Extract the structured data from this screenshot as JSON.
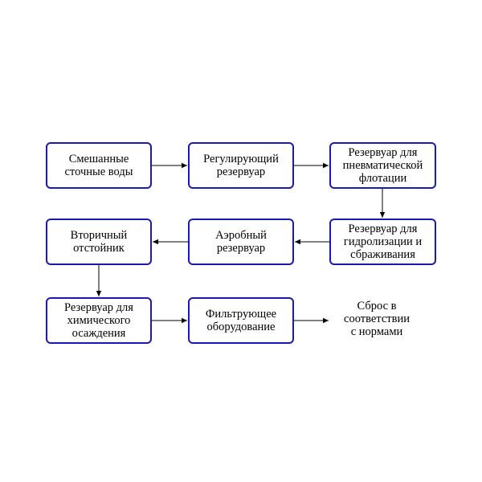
{
  "nodes": {
    "n1": "Смешанные\nсточные воды",
    "n2": "Регулирующий\nрезервуар",
    "n3": "Резервуар для\nпневматической\nфлотации",
    "n4": "Резервуар для\nгидролизации и\nсбраживания",
    "n5": "Аэробный\nрезервуар",
    "n6": "Вторичный\nотстойник",
    "n7": "Резервуар для\nхимического\nосаждения",
    "n8": "Фильтрующее\nоборудование"
  },
  "output": "Сброс в\nсоответствии\nс нормами",
  "colors": {
    "node_border": "#1a1ab3",
    "arrow": "#000000"
  }
}
